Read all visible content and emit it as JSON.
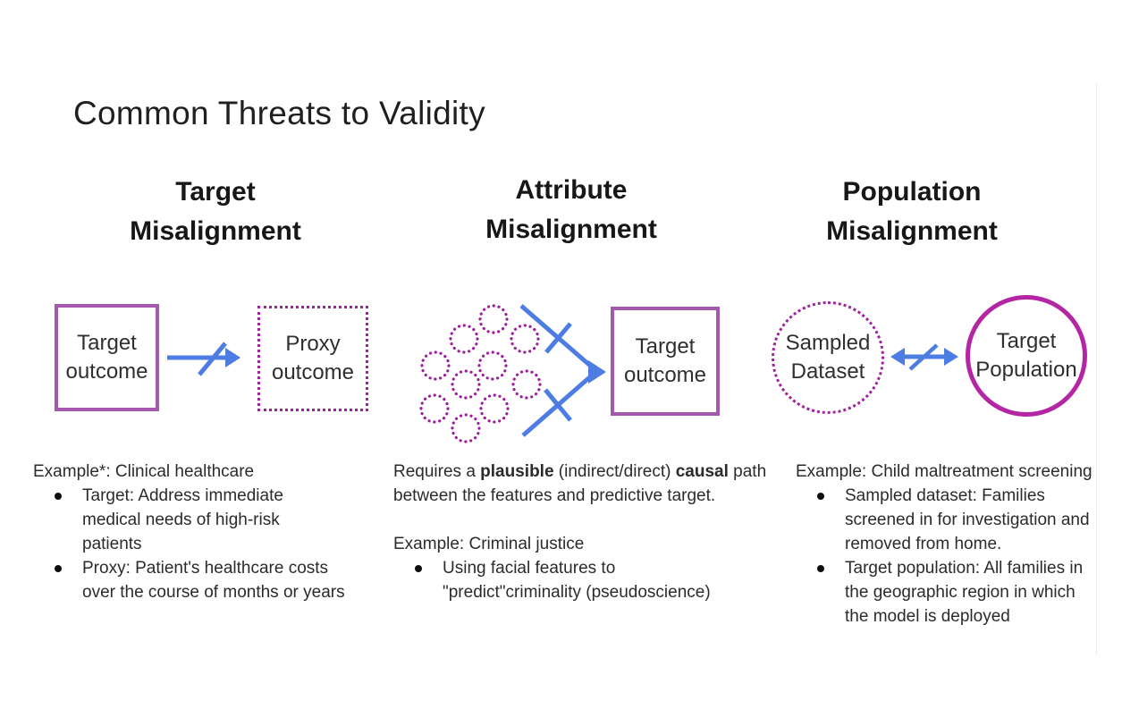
{
  "slide": {
    "title": "Common Threats to Validity"
  },
  "colors": {
    "solid_box_purple": "#a658ae",
    "dotted_magenta": "#a0219c",
    "solid_circle_magenta": "#b426a4",
    "arrow_blue": "#4d7ce2",
    "text_dark": "#2b2b2b"
  },
  "columns": [
    {
      "heading": "Target\nMisalignment",
      "diagram": {
        "left_box_label": "Target\noutcome",
        "right_box_label": "Proxy\noutcome",
        "arrow": "negated-arrow"
      },
      "example_intro": "Example*: Clinical healthcare",
      "bullets": [
        "Target: Address immediate\nmedical needs of high-risk\npatients",
        "Proxy: Patient's healthcare costs\nover the course of months or years"
      ]
    },
    {
      "heading": "Attribute\nMisalignment",
      "diagram": {
        "feature_circle_count": 10,
        "box_label": "Target\noutcome",
        "arrow": "crossed-funnel-arrow"
      },
      "paragraph_segments": [
        {
          "text": "Requires a ",
          "bold": false
        },
        {
          "text": "plausible",
          "bold": true
        },
        {
          "text": " (indirect/direct) ",
          "bold": false
        },
        {
          "text": "causal",
          "bold": true
        },
        {
          "text": " path\nbetween the features and predictive target.",
          "bold": false
        }
      ],
      "example_intro": "Example: Criminal justice",
      "bullets": [
        "Using facial features to\n\"predict\"criminality (pseudoscience)"
      ]
    },
    {
      "heading": "Population\nMisalignment",
      "diagram": {
        "left_circle_label": "Sampled\nDataset",
        "right_circle_label": "Target\nPopulation",
        "arrow": "negated-double-arrow"
      },
      "example_intro": "Example: Child maltreatment screening",
      "bullets": [
        "Sampled dataset: Families\nscreened in for investigation and\nremoved from home.",
        "Target population: All families in\nthe geographic region in which\nthe model is deployed"
      ]
    }
  ]
}
